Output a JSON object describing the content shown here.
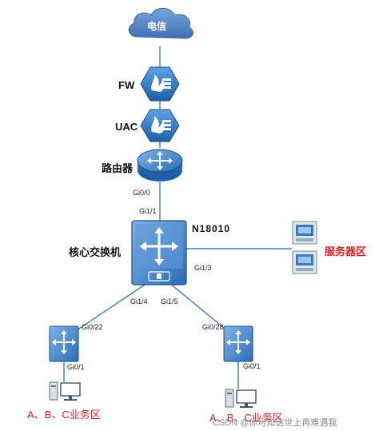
{
  "nodes": {
    "isp": "电信",
    "firewall": "FW",
    "uac": "UAC",
    "router": "路由器",
    "core_switch": "核心交换机",
    "core_model": "N18010",
    "server_zone": "服务器区",
    "zone_left": "A、B、C业务区",
    "zone_right": "A、B、C业务区"
  },
  "ports": {
    "router_down": "Gi0/0",
    "core_up": "Gi1/1",
    "core_server": "Gi1/3",
    "core_left": "Gi1/4",
    "core_right": "Gi1/5",
    "left_sw_up": "Gi0/22",
    "left_sw_down": "Gi0/1",
    "right_sw_up": "Gi0/28",
    "right_sw_down": "Gi0/1"
  },
  "watermark": "CSDN @你可知这世上再难遇我",
  "colors": {
    "device_blue": "#2f79c5",
    "device_dark": "#1c4f8c",
    "cloud": "#5b88c8",
    "link": "#3d7bc4",
    "zone_red": "#e02020"
  }
}
